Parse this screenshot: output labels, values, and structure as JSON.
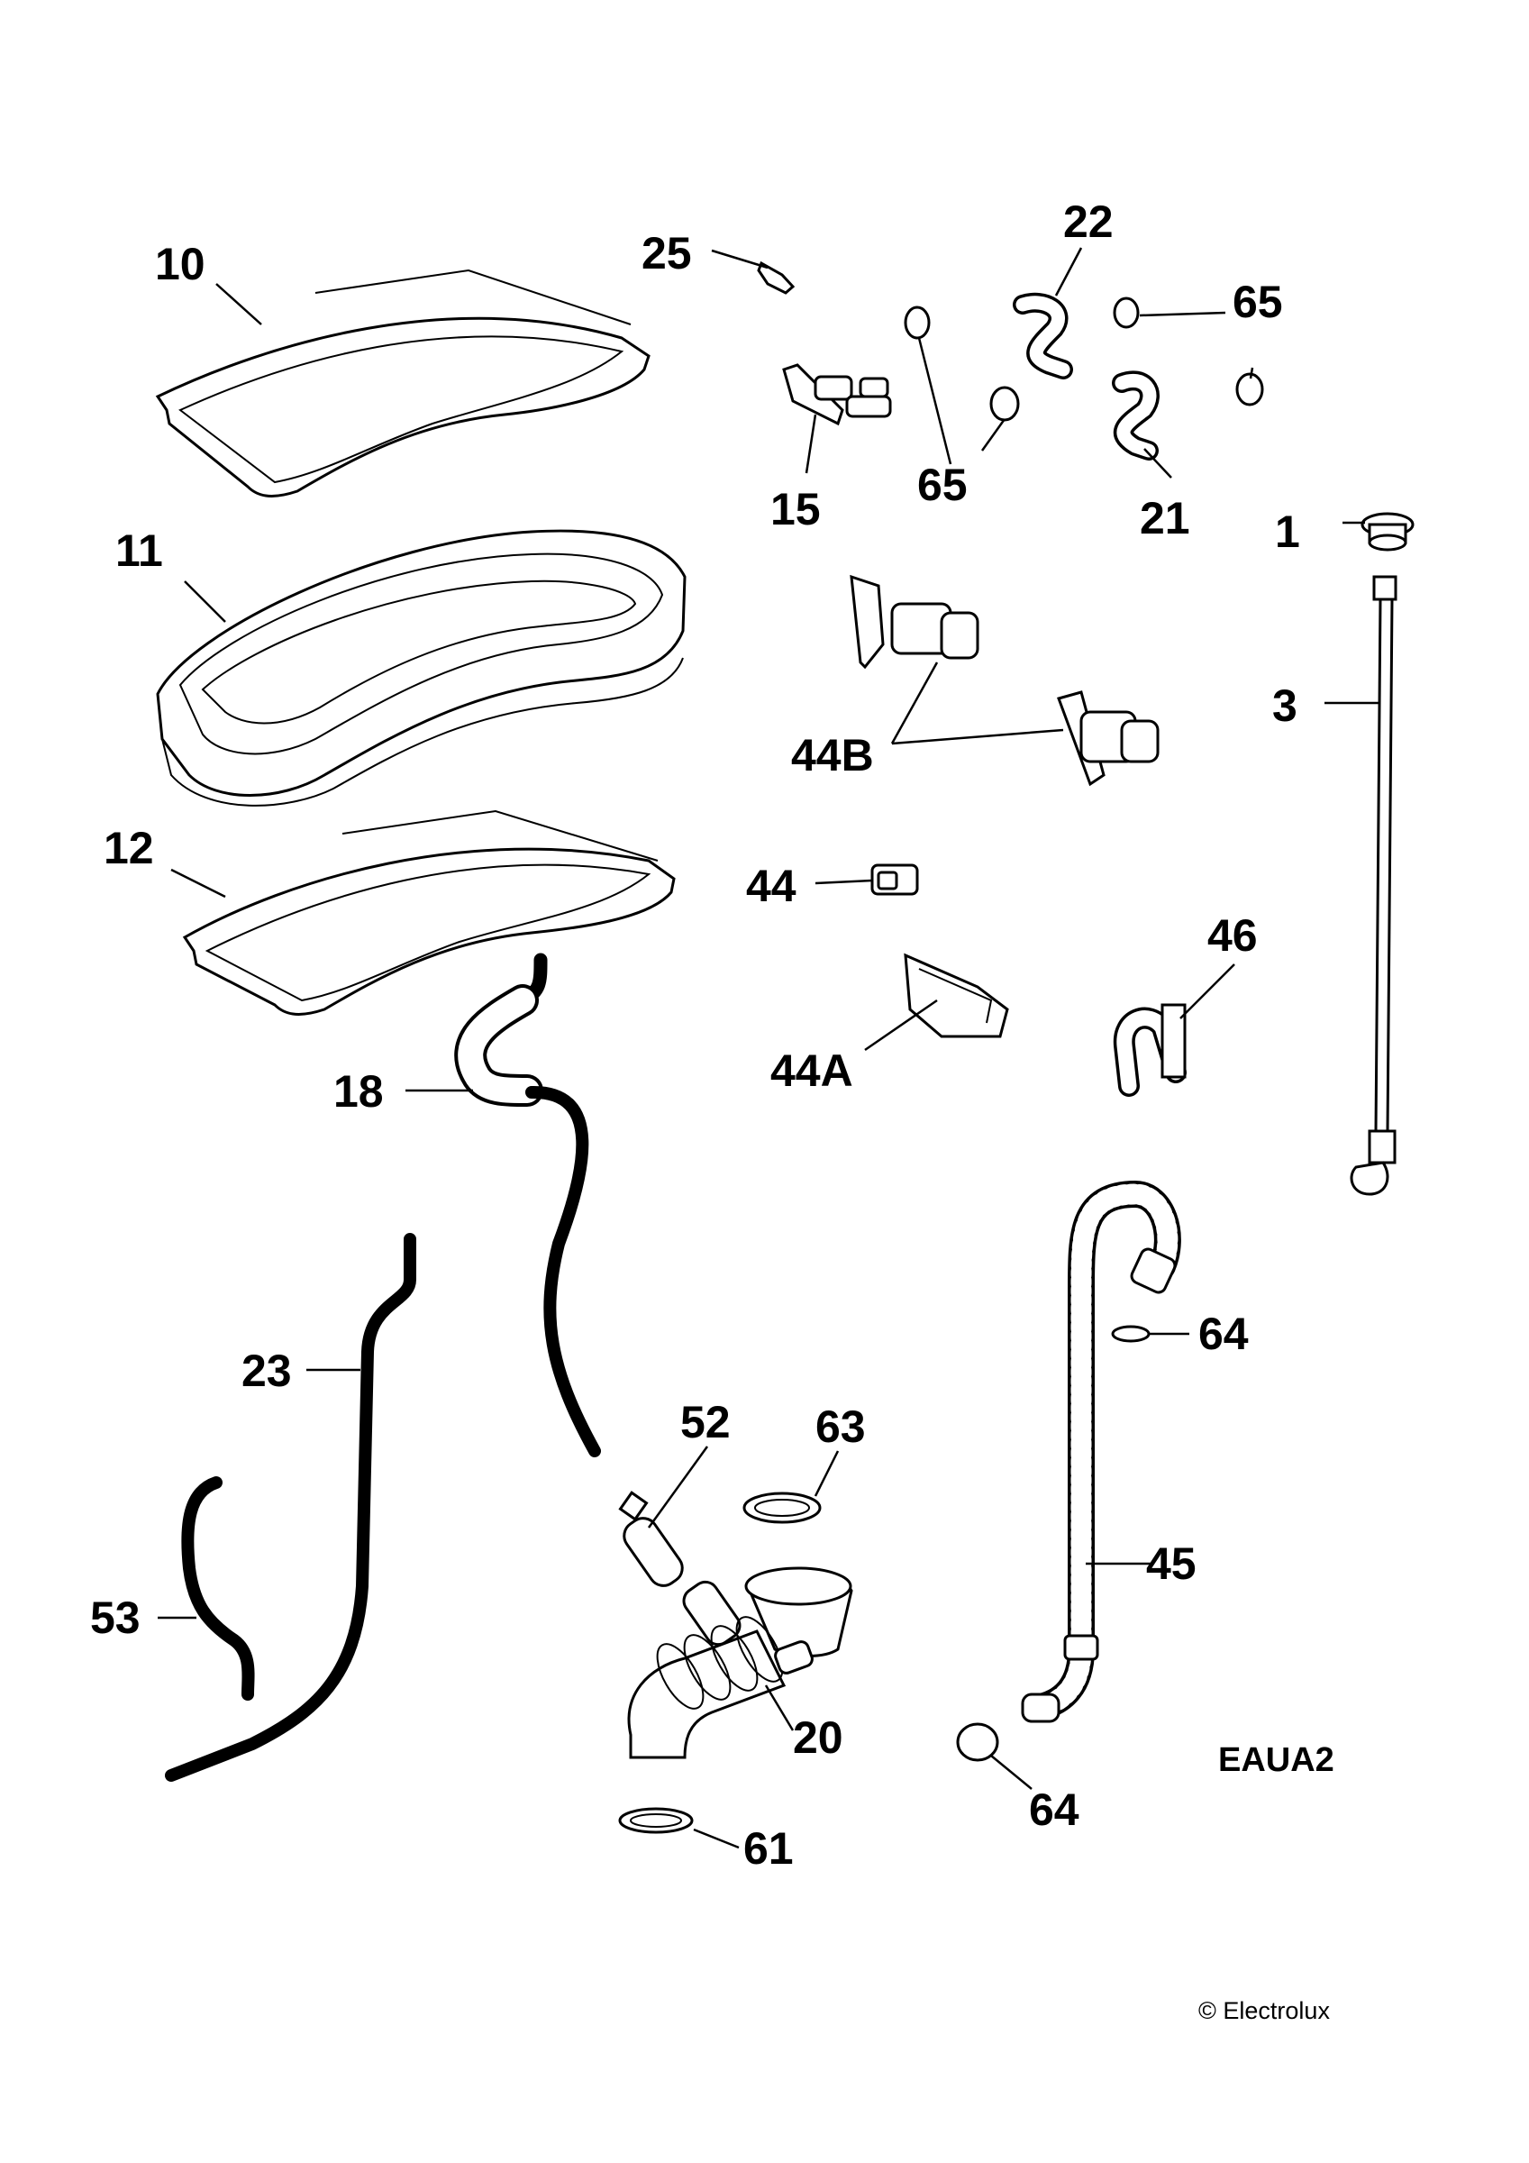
{
  "labels": {
    "p10": "10",
    "p11": "11",
    "p12": "12",
    "p25": "25",
    "p22": "22",
    "p65a": "65",
    "p65b": "65",
    "p15": "15",
    "p21": "21",
    "p1": "1",
    "p3": "3",
    "p44b": "44B",
    "p44": "44",
    "p46": "46",
    "p44a": "44A",
    "p18": "18",
    "p23": "23",
    "p52": "52",
    "p63": "63",
    "p64a": "64",
    "p45": "45",
    "p53": "53",
    "p20": "20",
    "p64b": "64",
    "p61": "61"
  },
  "model_code": "EAUA2",
  "copyright": "© Electrolux",
  "colors": {
    "ink": "#000000",
    "background": "#ffffff"
  }
}
